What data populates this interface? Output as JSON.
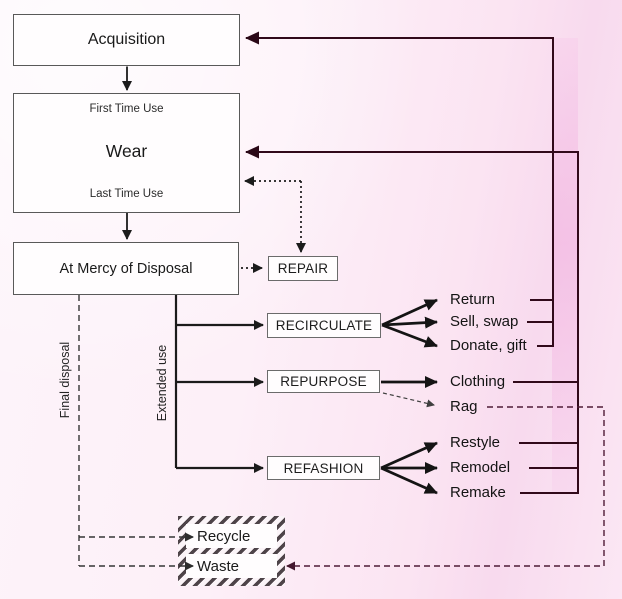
{
  "nodes": {
    "acquisition": "Acquisition",
    "wear": "Wear",
    "wear_first": "First Time Use",
    "wear_last": "Last Time Use",
    "disposal": "At Mercy of Disposal",
    "repair": "REPAIR",
    "recirculate": "RECIRCULATE",
    "repurpose": "REPURPOSE",
    "refashion": "REFASHION"
  },
  "outcomes": {
    "return": "Return",
    "sell_swap": "Sell, swap",
    "donate_gift": "Donate, gift",
    "clothing": "Clothing",
    "rag": "Rag",
    "restyle": "Restyle",
    "remodel": "Remodel",
    "remake": "Remake"
  },
  "path_labels": {
    "final_disposal": "Final disposal",
    "extended_use": "Extended use"
  },
  "terminals": {
    "recycle": "Recycle",
    "waste": "Waste"
  },
  "colors": {
    "flow_line": "#1b1b1b",
    "feedback_line": "#31091a",
    "rag_waste_line": "#4e1b36",
    "disposal_dash_line": "#353535",
    "background_pink": "#fbe6f4",
    "box_background": "#fffdfe"
  }
}
